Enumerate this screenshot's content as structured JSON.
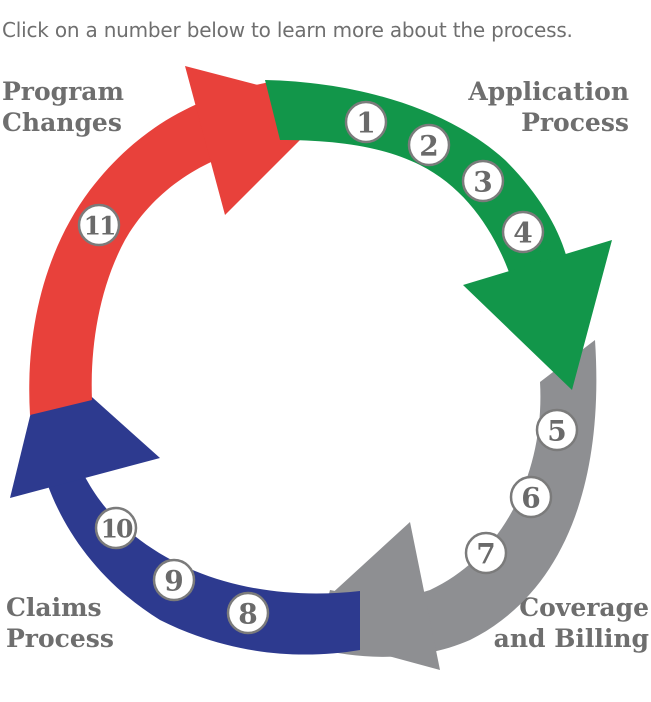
{
  "instructions": "Click on a number below to learn more about the process.",
  "sections": {
    "program": {
      "line1": "Program",
      "line2": "Changes",
      "color": "#e8413b"
    },
    "application": {
      "line1": "Application",
      "line2": "Process",
      "color": "#12964a"
    },
    "coverage": {
      "line1": "Coverage",
      "line2": "and Billing",
      "color": "#8e8f92"
    },
    "claims": {
      "line1": "Claims",
      "line2": "Process",
      "color": "#2d3a8f"
    }
  },
  "steps": [
    "1",
    "2",
    "3",
    "4",
    "5",
    "6",
    "7",
    "8",
    "9",
    "10",
    "11"
  ]
}
